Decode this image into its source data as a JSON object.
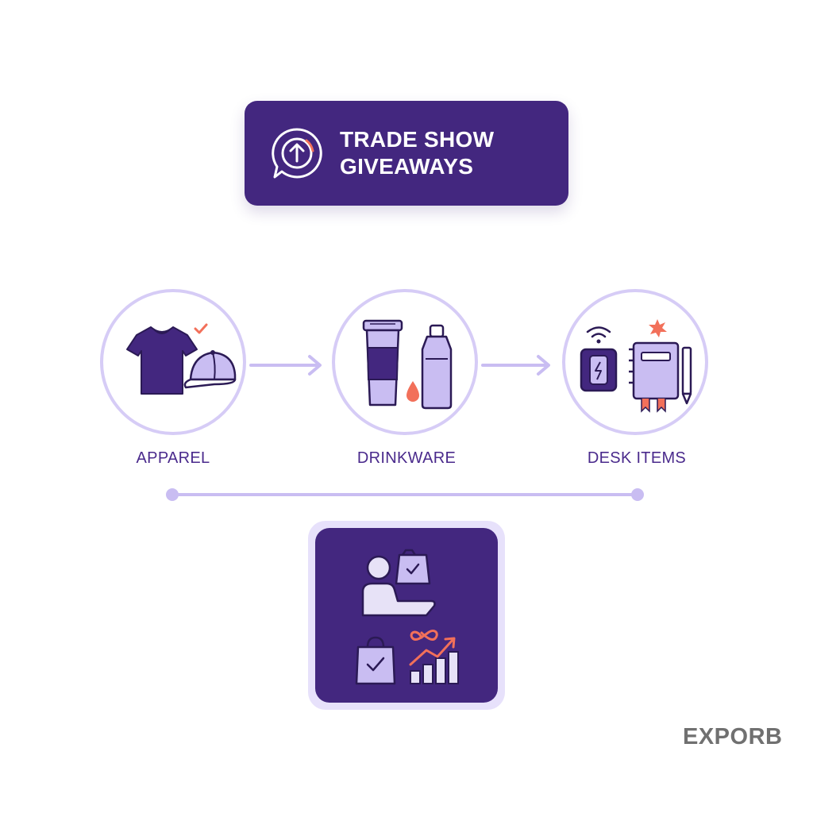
{
  "title": {
    "line1": "TRADE SHOW",
    "line2": "GIVEAWAYS",
    "icon": "upload-chat-icon"
  },
  "categories": [
    {
      "label": "APPAREL",
      "icons": [
        "t-shirt-icon",
        "cap-icon",
        "checkmark-icon"
      ]
    },
    {
      "label": "DRINKWARE",
      "icons": [
        "coffee-cup-icon",
        "water-bottle-icon",
        "drop-icon"
      ]
    },
    {
      "label": "DESK ITEMS",
      "icons": [
        "wireless-charger-icon",
        "notebook-icon",
        "pen-icon",
        "star-icon"
      ]
    }
  ],
  "outcome": {
    "icons": [
      "person-giving-bag-icon",
      "shopping-bag-icon",
      "growth-chart-icon",
      "infinity-icon"
    ]
  },
  "brand": {
    "name": "EXPORB",
    "logo_lettering": "EXPORB"
  },
  "colors": {
    "primary": "#43277f",
    "accent": "#f2705a",
    "lavender": "#c9bdf2",
    "light_lavender": "#d6ccf6",
    "label": "#4a2a8c"
  }
}
